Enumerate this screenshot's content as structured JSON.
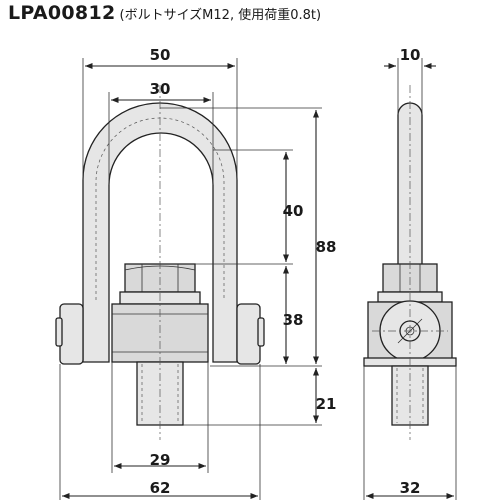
{
  "title": {
    "code": "LPA00812",
    "spec": "(ボルトサイズM12, 使用荷重0.8t)"
  },
  "dimensions": {
    "outer_width": "50",
    "inner_width": "30",
    "inner_height": "40",
    "total_height": "88",
    "body_height": "38",
    "thread_length": "21",
    "thread_diameter": "29",
    "base_width": "62",
    "side_thickness": "10",
    "side_width": "32"
  }
}
